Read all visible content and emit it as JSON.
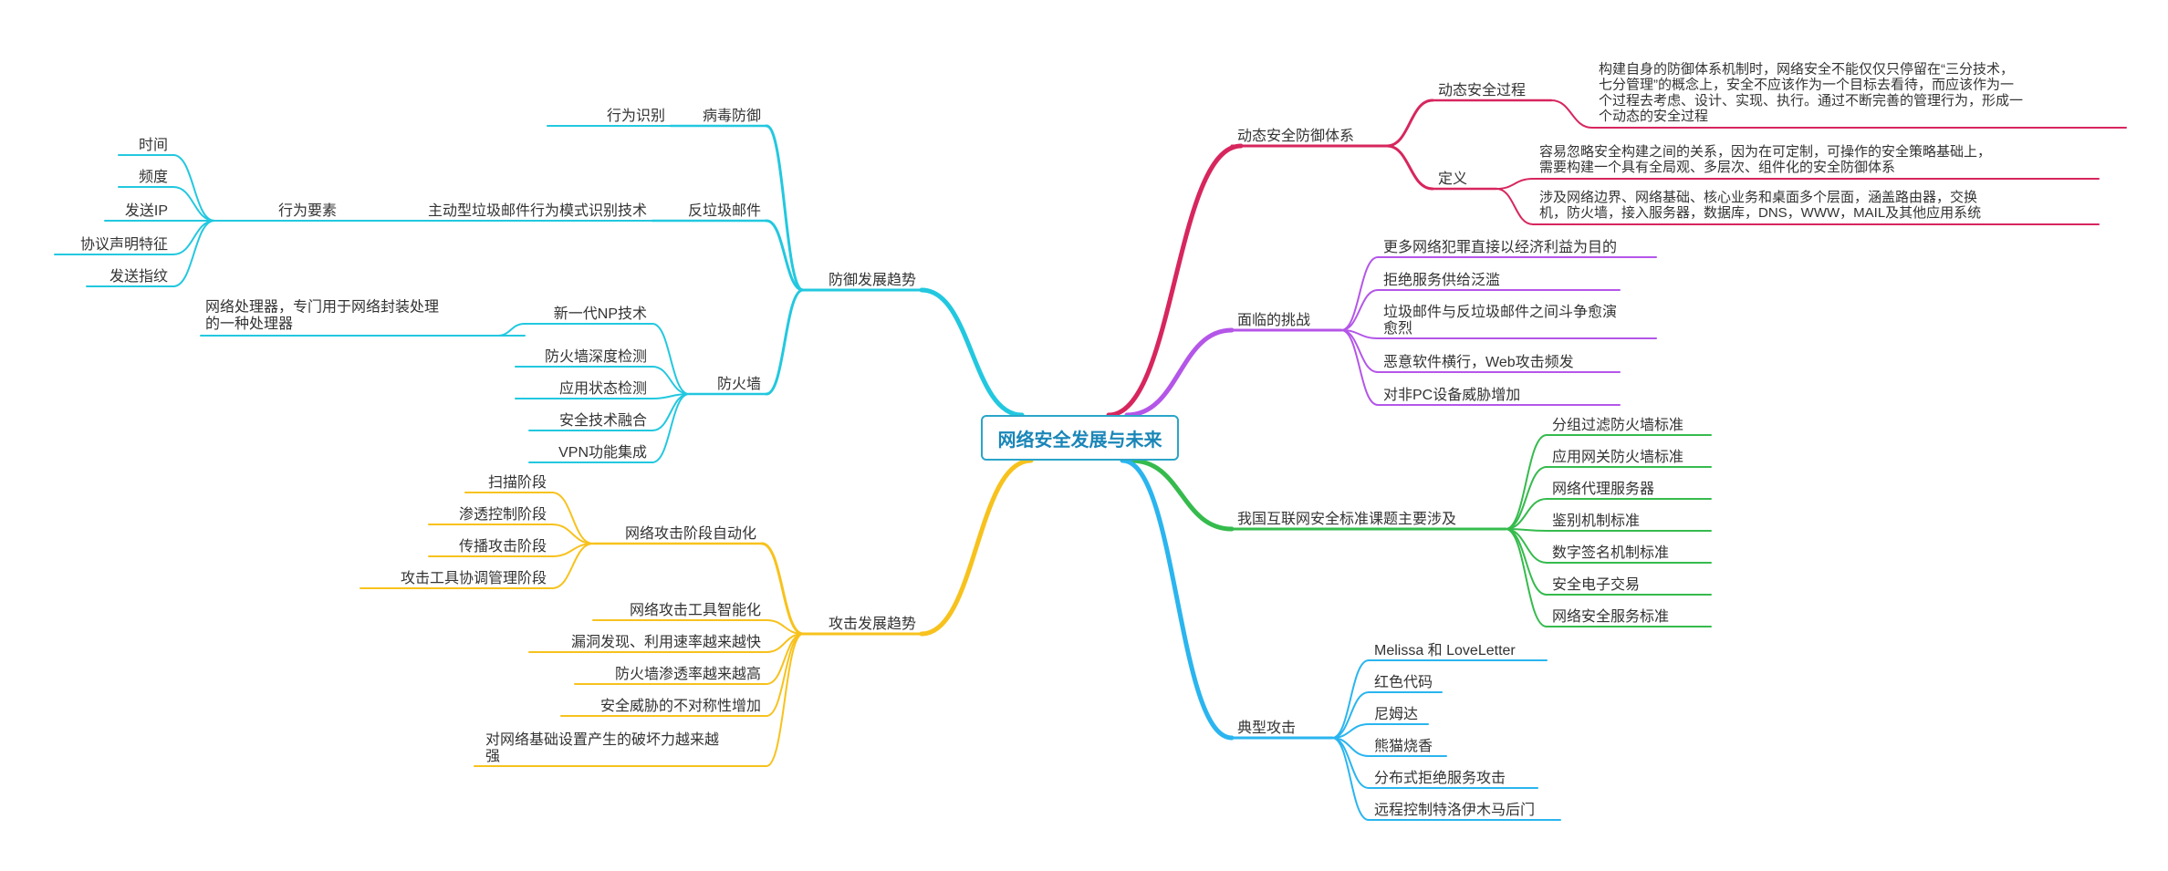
{
  "center": "网络安全发展与未来",
  "colors": {
    "red": "#d7265e",
    "purple": "#b456e8",
    "green": "#35bb4d",
    "blue": "#2ab5ef",
    "cyan": "#22c8df",
    "yellow": "#f7c21d",
    "text": "#333333"
  },
  "right": {
    "dynamic": {
      "label": "动态安全防御体系",
      "process": {
        "label": "动态安全过程",
        "text": [
          "构建自身的防御体系机制时，网络安全不能仅仅只停留在“三分技术，",
          "七分管理”的概念上，安全不应该作为一个目标去看待，而应该作为一",
          "个过程去考虑、设计、实现、执行。通过不断完善的管理行为，形成一",
          "个动态的安全过程"
        ]
      },
      "definition": {
        "label": "定义",
        "items": [
          [
            "容易忽略安全构建之间的关系，因为在可定制，可操作的安全策略基础上，",
            "需要构建一个具有全局观、多层次、组件化的安全防御体系"
          ],
          [
            "涉及网络边界、网络基础、核心业务和桌面多个层面，涵盖路由器，交换",
            "机，防火墙，接入服务器，数据库，DNS，WWW，MAIL及其他应用系统"
          ]
        ]
      }
    },
    "challenges": {
      "label": "面临的挑战",
      "items": [
        [
          "更多网络犯罪直接以经济利益为目的"
        ],
        [
          "拒绝服务供给泛滥"
        ],
        [
          "垃圾邮件与反垃圾邮件之间斗争愈演",
          "愈烈"
        ],
        [
          "恶意软件横行，Web攻击频发"
        ],
        [
          "对非PC设备威胁增加"
        ]
      ]
    },
    "standards": {
      "label": "我国互联网安全标准课题主要涉及",
      "items": [
        "分组过滤防火墙标准",
        "应用网关防火墙标准",
        "网络代理服务器",
        "鉴别机制标准",
        "数字签名机制标准",
        "安全电子交易",
        "网络安全服务标准"
      ]
    },
    "attacks": {
      "label": "典型攻击",
      "items": [
        "Melissa 和 LoveLetter",
        "红色代码",
        "尼姆达",
        "熊猫烧香",
        "分布式拒绝服务攻击",
        "远程控制特洛伊木马后门"
      ]
    }
  },
  "left": {
    "defense": {
      "label": "防御发展趋势",
      "virus": {
        "label": "病毒防御",
        "child": "行为识别"
      },
      "spam": {
        "label": "反垃圾邮件",
        "child": "主动型垃圾邮件行为模式识别技术",
        "grandchild": "行为要素",
        "elements": [
          "时间",
          "频度",
          "发送IP",
          "协议声明特征",
          "发送指纹"
        ]
      },
      "firewall": {
        "label": "防火墙",
        "np": {
          "label": "新一代NP技术",
          "desc": [
            "网络处理器，专门用于网络封装处理",
            "的一种处理器"
          ]
        },
        "items": [
          "防火墙深度检测",
          "应用状态检测",
          "安全技术融合",
          "VPN功能集成"
        ]
      }
    },
    "attack": {
      "label": "攻击发展趋势",
      "automation": {
        "label": "网络攻击阶段自动化",
        "items": [
          "扫描阶段",
          "渗透控制阶段",
          "传播攻击阶段",
          "攻击工具协调管理阶段"
        ]
      },
      "items": [
        [
          "网络攻击工具智能化"
        ],
        [
          "漏洞发现、利用速率越来越快"
        ],
        [
          "防火墙渗透率越来越高"
        ],
        [
          "安全威胁的不对称性增加"
        ],
        [
          "对网络基础设置产生的破坏力越来越",
          "强"
        ]
      ]
    }
  }
}
